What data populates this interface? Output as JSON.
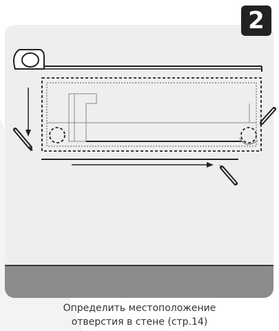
{
  "step": {
    "number": "2"
  },
  "caption": {
    "line1": "Определить местоположение",
    "line2": "отверстия в стене (стр.14)"
  },
  "icons": [
    "tape-measure-icon",
    "pencil-icon",
    "arrow-icon"
  ],
  "colors": {
    "card": "#eeeeee",
    "band": "#8c8c8c",
    "badge": "#222222",
    "ink": "#222222"
  }
}
